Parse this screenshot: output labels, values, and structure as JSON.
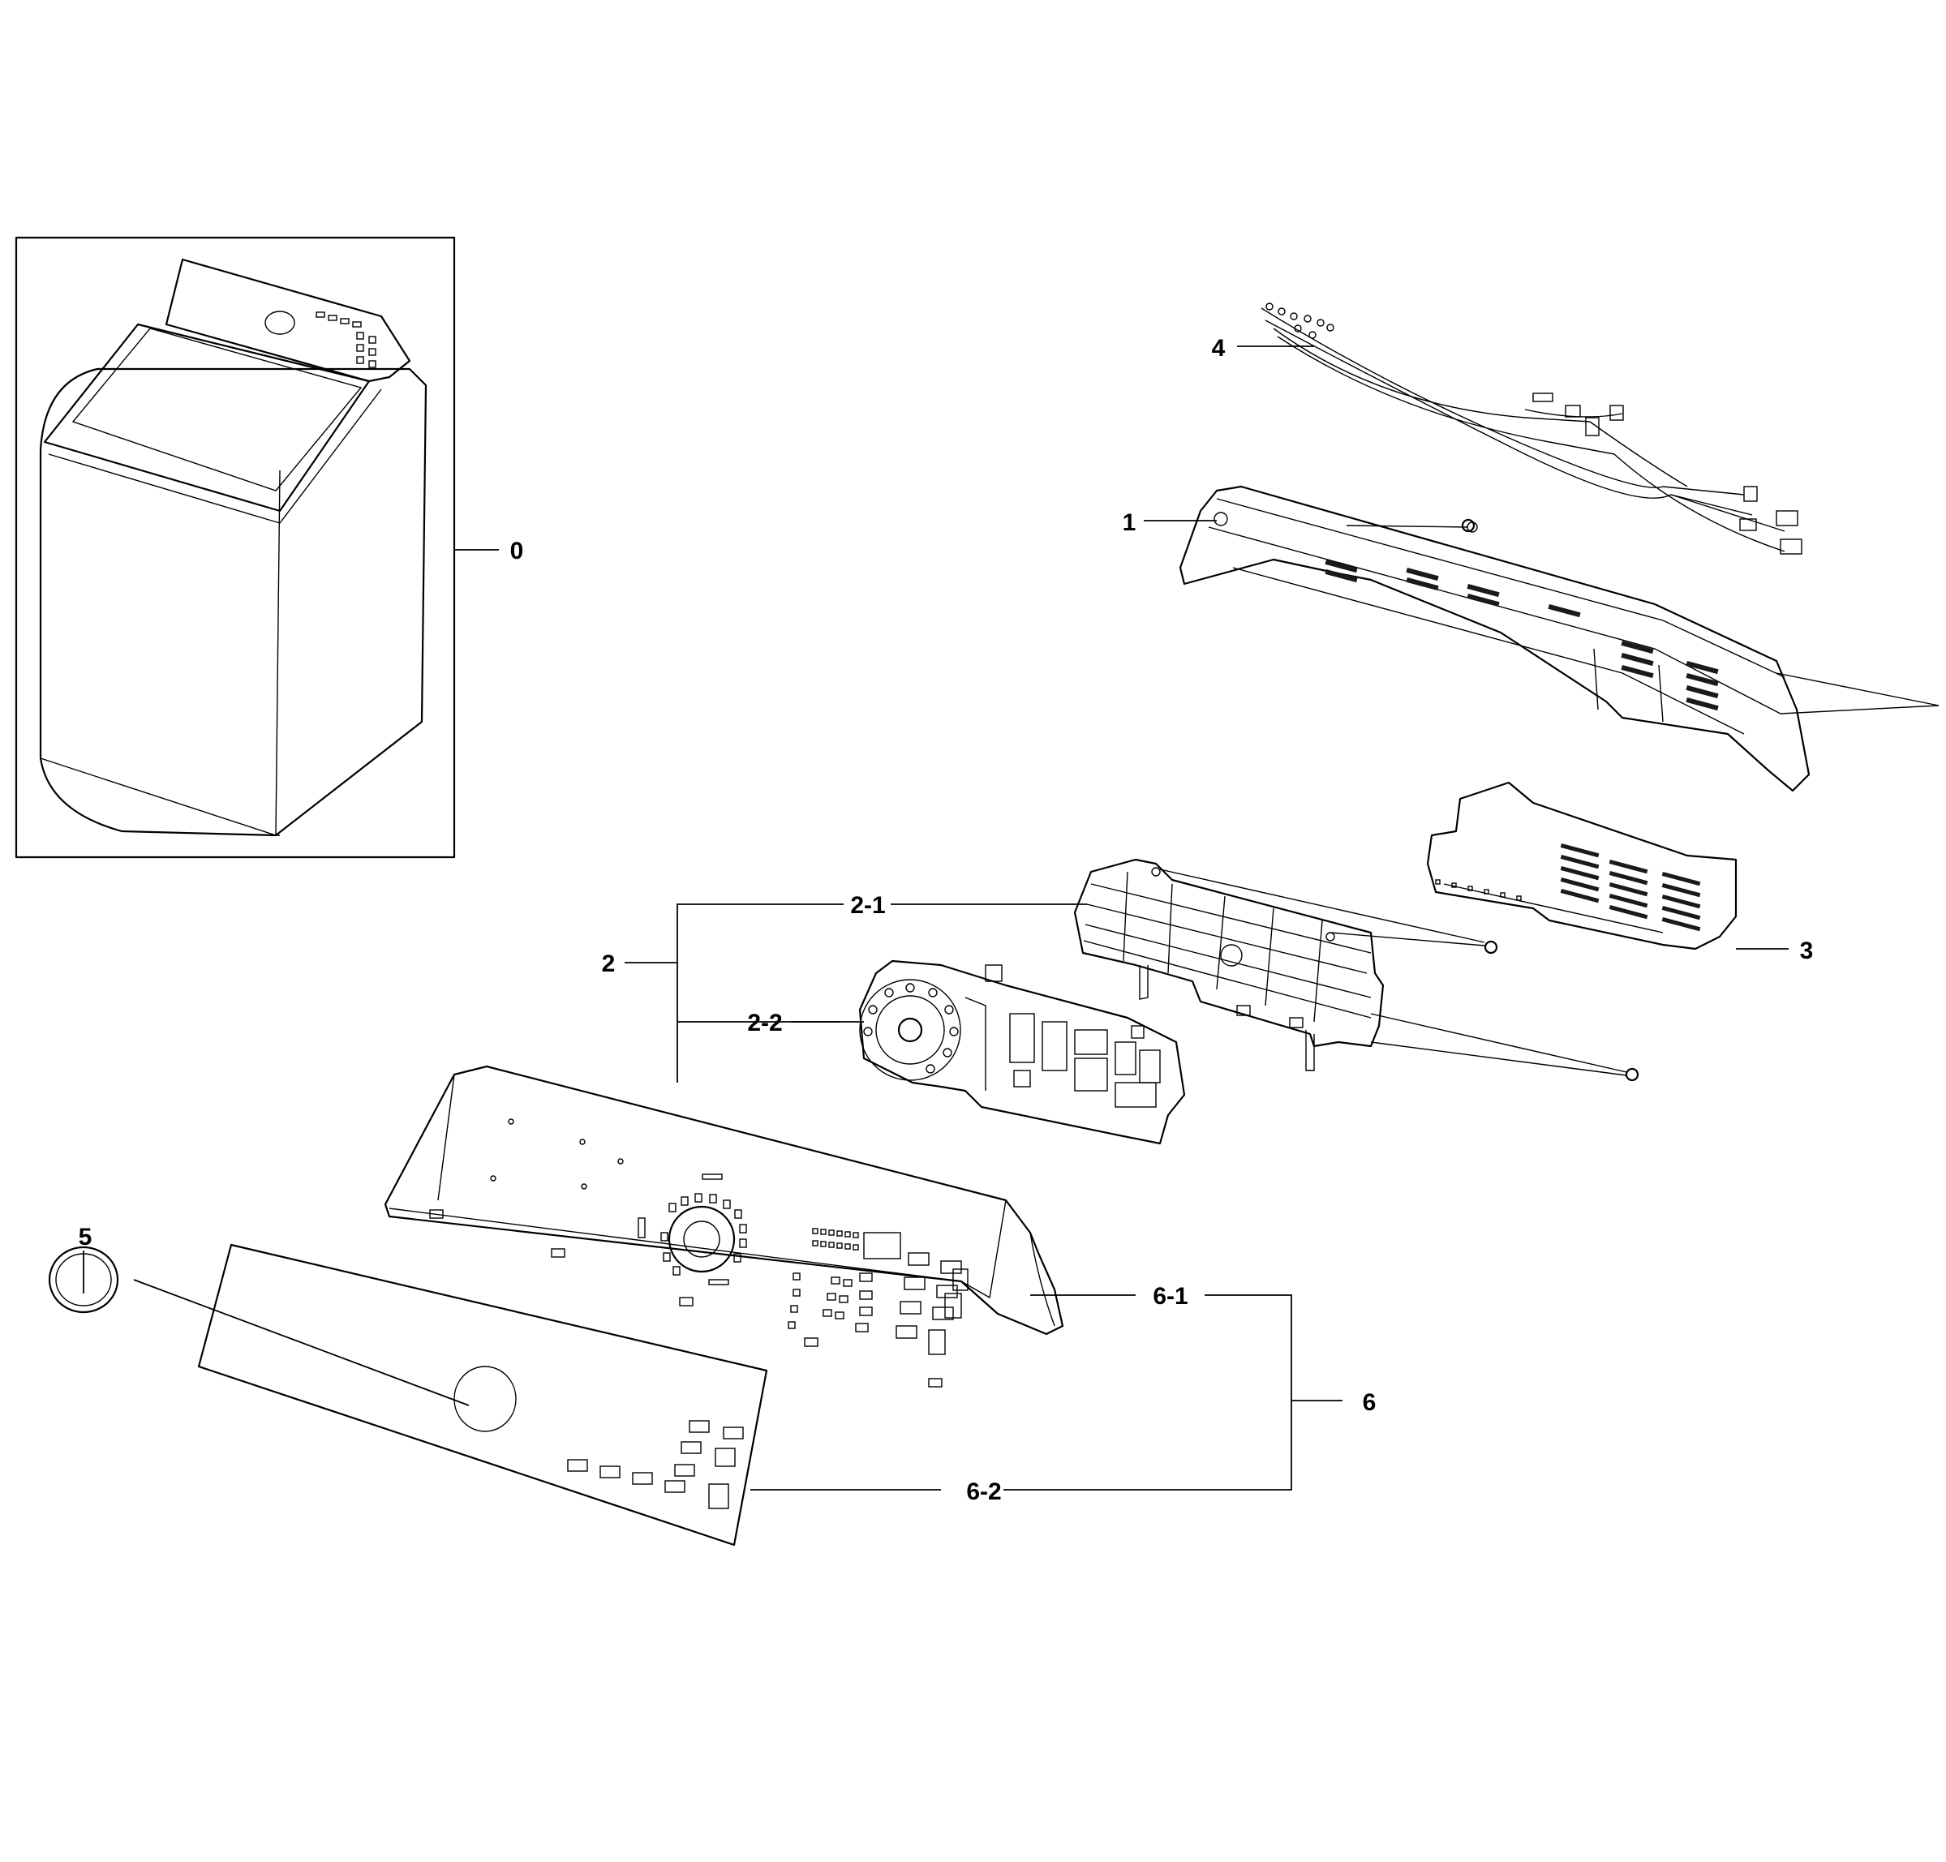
{
  "callouts": {
    "c0": "0",
    "c1": "1",
    "c2": "2",
    "c2_1": "2-1",
    "c2_2": "2-2",
    "c3": "3",
    "c4": "4",
    "c5": "5",
    "c6": "6",
    "c6_1": "6-1",
    "c6_2": "6-2"
  }
}
